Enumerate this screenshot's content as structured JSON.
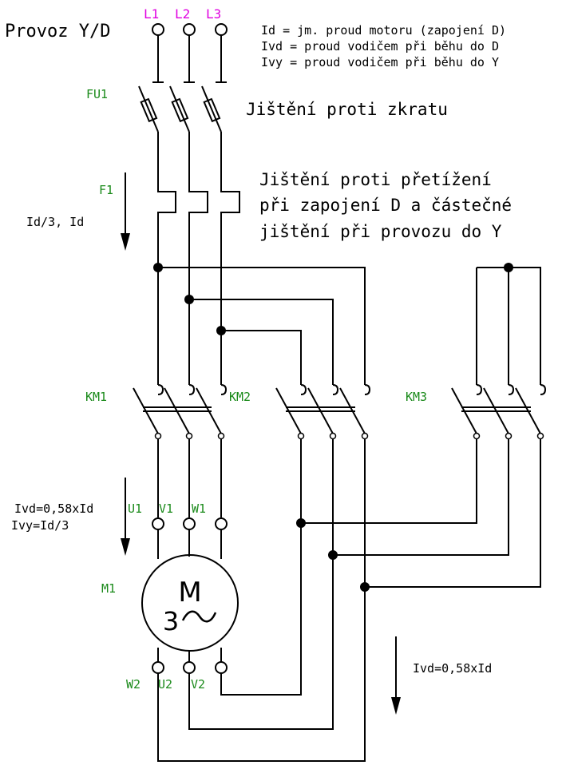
{
  "title": "Provoz Y/D",
  "legend": {
    "line1": "Id = jm. proud motoru (zapojení D)",
    "line2": "Ivd = proud vodičem při běhu do D",
    "line3": "Ivy = proud vodičem při běhu do Y"
  },
  "phases": [
    "L1",
    "L2",
    "L3"
  ],
  "labels": {
    "fu1": "FU1",
    "f1": "F1",
    "km1": "KM1",
    "km2": "KM2",
    "km3": "KM3",
    "m1": "M1",
    "u1": "U1",
    "v1": "V1",
    "w1": "W1",
    "w2": "W2",
    "u2": "U2",
    "v2": "V2"
  },
  "notes": {
    "short_circuit": "Jištění proti zkratu",
    "overload1": "Jištění proti přetížení",
    "overload2": "při zapojení D a částečné",
    "overload3": "jištění při provozu do Y",
    "f1_current": "Id/3, Id",
    "ivd_left": "Ivd=0,58xId",
    "ivy_left": "Ivy=Id/3",
    "ivd_right": "Ivd=0,58xId"
  },
  "motor": {
    "letter": "M",
    "phase_count": "3",
    "ac_symbol": "~"
  },
  "colors": {
    "wire": "#000000",
    "phase_label": "#e000e0",
    "component_label": "#1a8a1a",
    "text": "#000000"
  }
}
